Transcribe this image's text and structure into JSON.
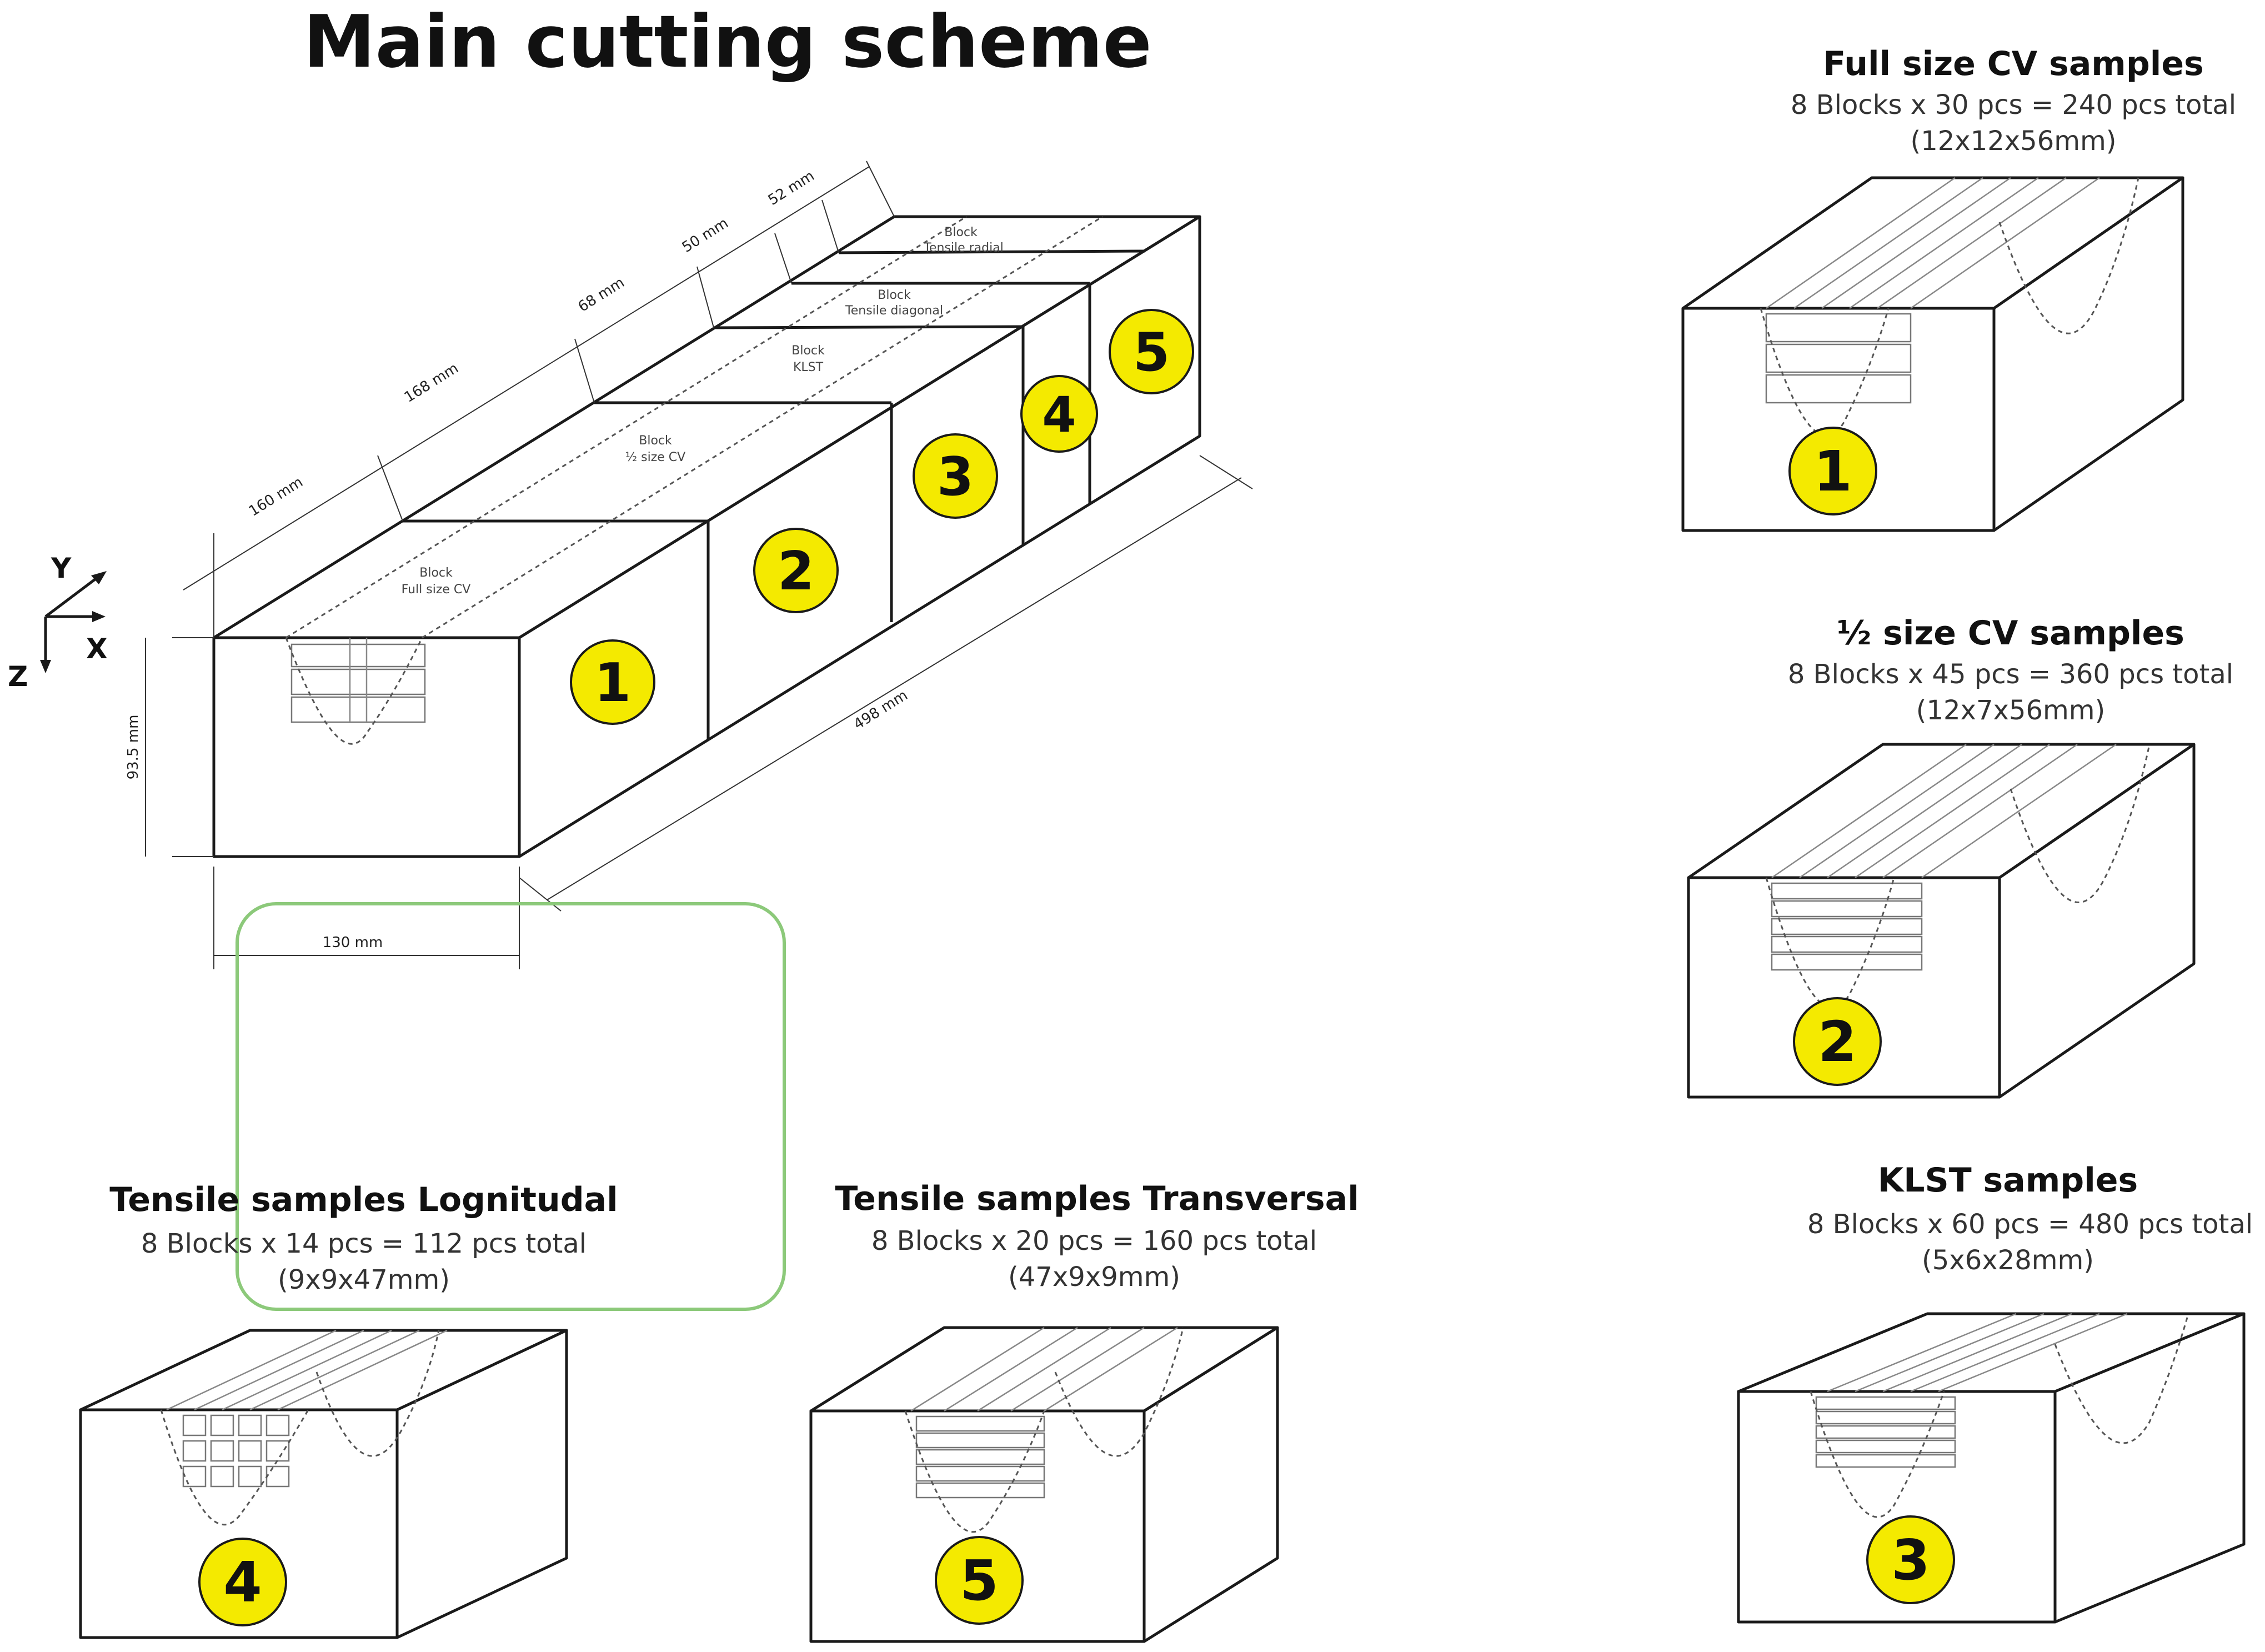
{
  "title": "Main cutting scheme",
  "axes": {
    "y": "Y",
    "x": "X",
    "z": "Z"
  },
  "dimensions": {
    "len1": "160 mm",
    "len2": "168 mm",
    "len3": "68 mm",
    "len4": "50 mm",
    "len5": "52 mm",
    "height": "93.5 mm",
    "width": "130 mm",
    "total": "498 mm"
  },
  "blocks": {
    "b1": {
      "line1": "Block",
      "line2": "Full size CV"
    },
    "b2": {
      "line1": "Block",
      "line2": "½ size CV"
    },
    "b3": {
      "line1": "Block",
      "line2": "KLST"
    },
    "b4": {
      "line1": "Block",
      "line2": "Tensile diagonal"
    },
    "b5": {
      "line1": "Block",
      "line2": "Tensile radial"
    }
  },
  "badges": {
    "n1": "1",
    "n2": "2",
    "n3": "3",
    "n4": "4",
    "n5": "5"
  },
  "panels": {
    "full_cv": {
      "title": "Full size CV samples",
      "line1": "8 Blocks x 30 pcs = 240 pcs total",
      "line2": "(12x12x56mm)",
      "badge": "1"
    },
    "half_cv": {
      "title": "½ size CV samples",
      "line1": "8 Blocks x 45 pcs = 360 pcs total",
      "line2": "(12x7x56mm)",
      "badge": "2"
    },
    "klst": {
      "title": "KLST samples",
      "line1": "8 Blocks x 60 pcs = 480 pcs total",
      "line2": "(5x6x28mm)",
      "badge": "3"
    },
    "tensile_long": {
      "title": "Tensile samples Lognitudal",
      "line1": "8 Blocks x 14 pcs = 112 pcs total",
      "line2": "(9x9x47mm)",
      "badge": "4"
    },
    "tensile_trans": {
      "title": "Tensile samples Transversal",
      "line1": "8 Blocks x 20 pcs = 160 pcs total",
      "line2": "(47x9x9mm)",
      "badge": "5"
    }
  },
  "colors": {
    "badge": "#f4ea00",
    "highlight": "#8cc97a",
    "line": "#1a1a1a"
  }
}
